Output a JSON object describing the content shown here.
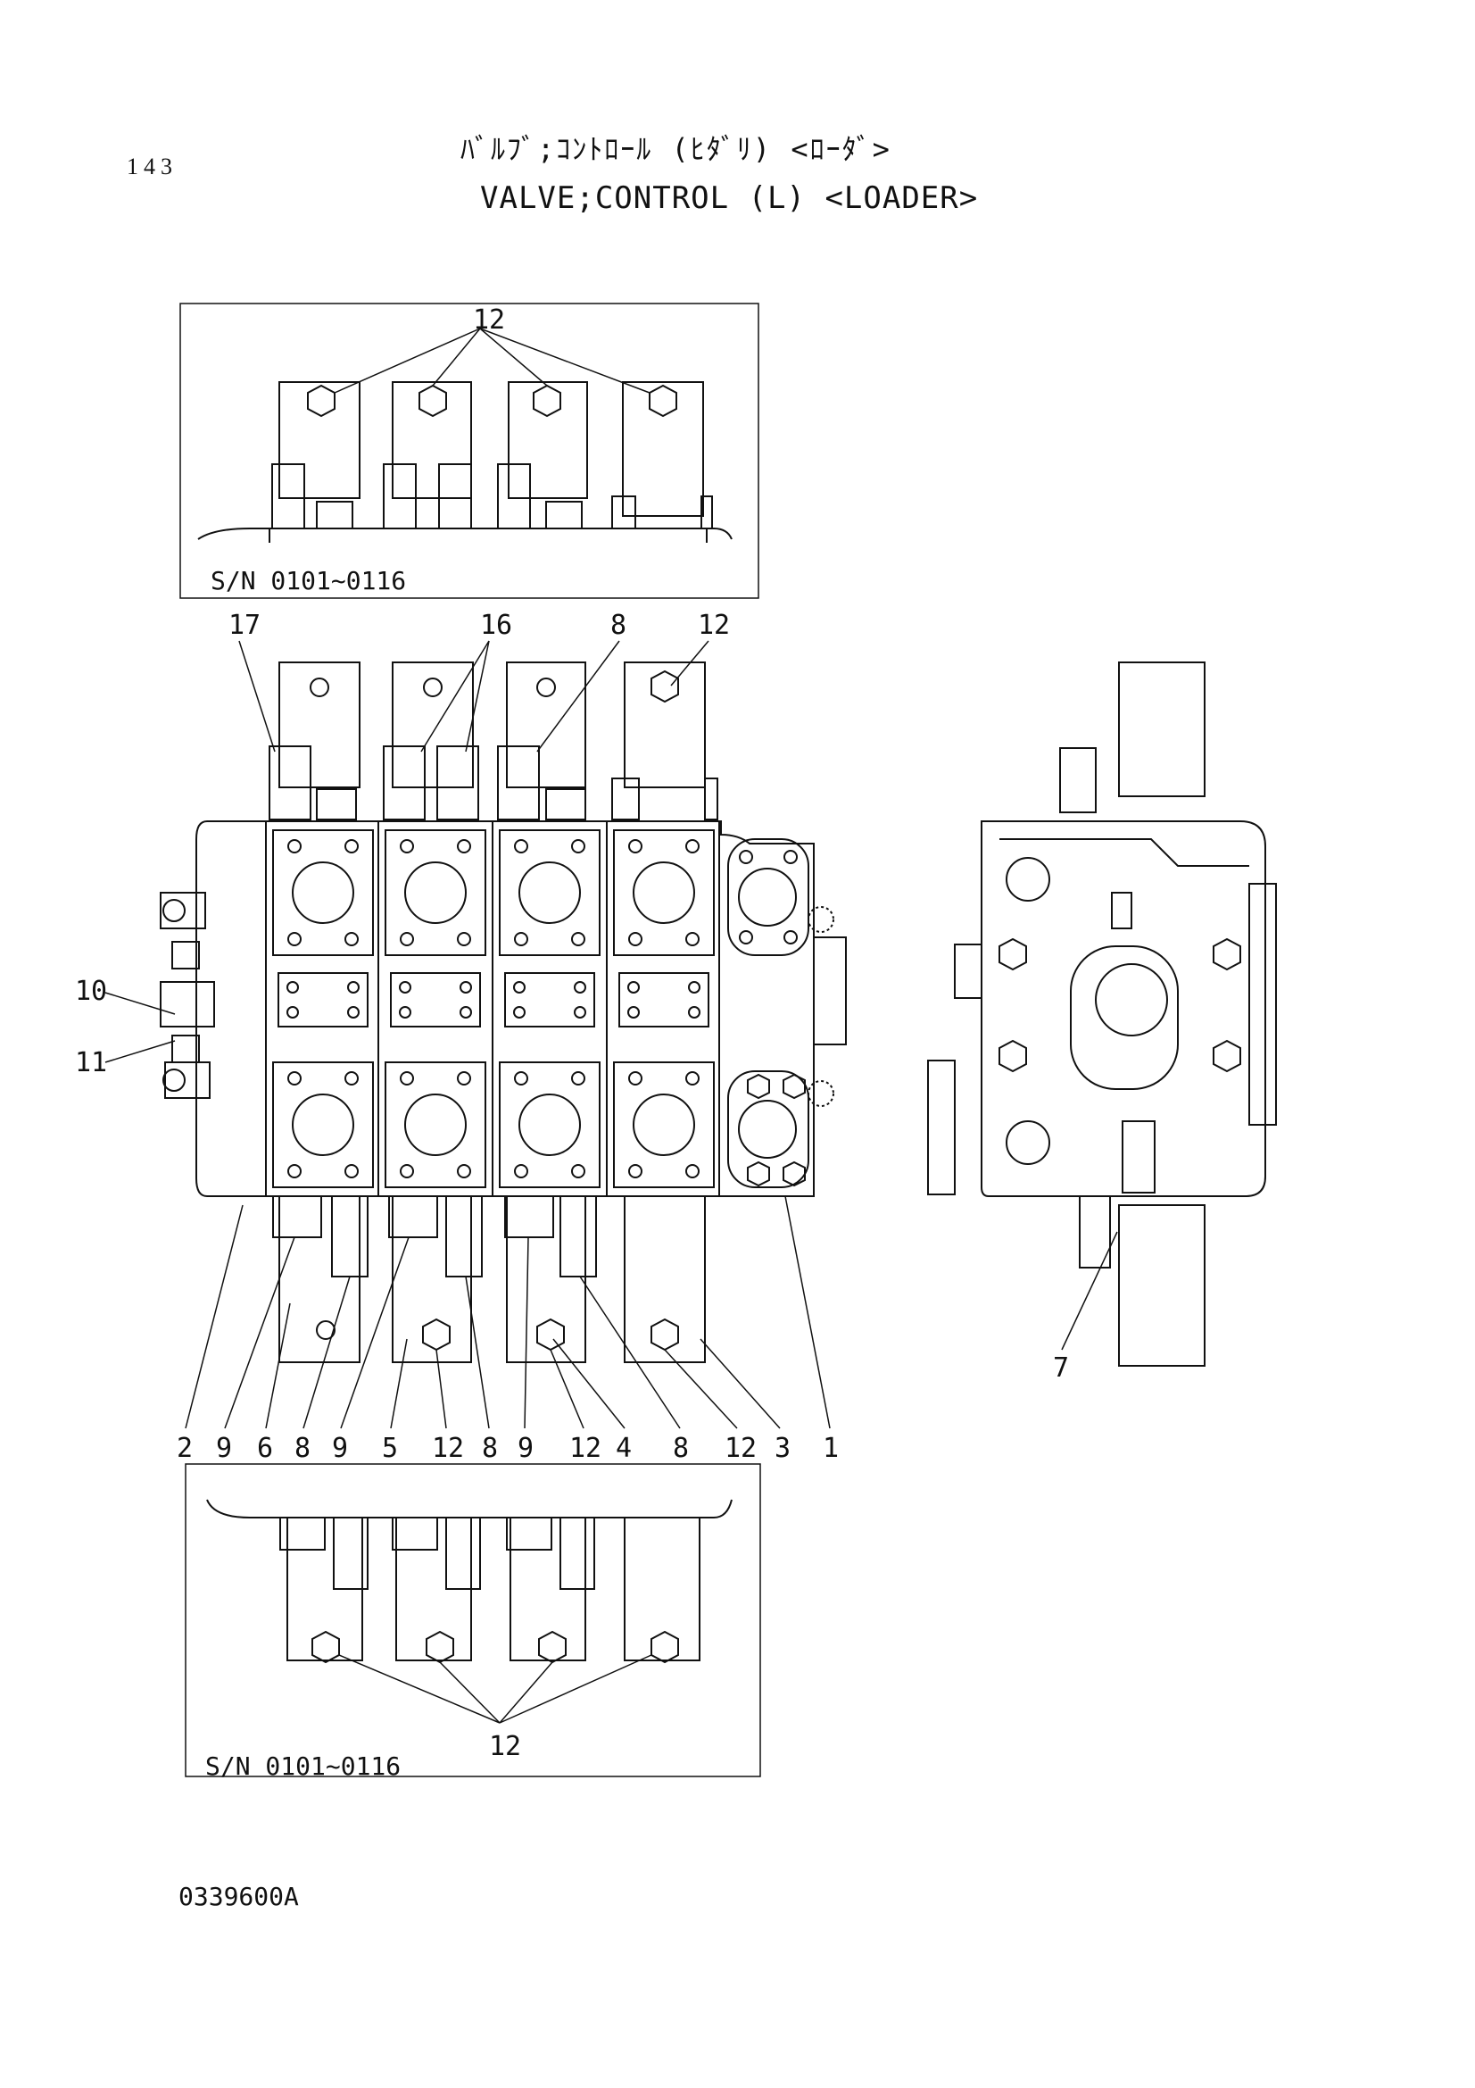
{
  "header": {
    "page_number": "143",
    "title_jp": "ﾊﾞﾙﾌﾞ;ｺﾝﾄﾛｰﾙ (ﾋﾀﾞﾘ) <ﾛｰﾀﾞ>",
    "title_en": "VALVE;CONTROL (L) <LOADER>"
  },
  "insets": {
    "top_serial": "S/N  0101~0116",
    "bottom_serial": "S/N  0101~0116",
    "top_callout": "12",
    "bottom_callout": "12"
  },
  "callouts": {
    "top_row": [
      "17",
      "16",
      "8",
      "12"
    ],
    "left": [
      "10",
      "11"
    ],
    "side_view": "7",
    "bottom_row": [
      "2",
      "9",
      "6",
      "8",
      "9",
      "5",
      "12",
      "8",
      "9",
      "12",
      "4",
      "8",
      "12",
      "3",
      "1"
    ]
  },
  "footer": {
    "drawing_code": "0339600A"
  }
}
